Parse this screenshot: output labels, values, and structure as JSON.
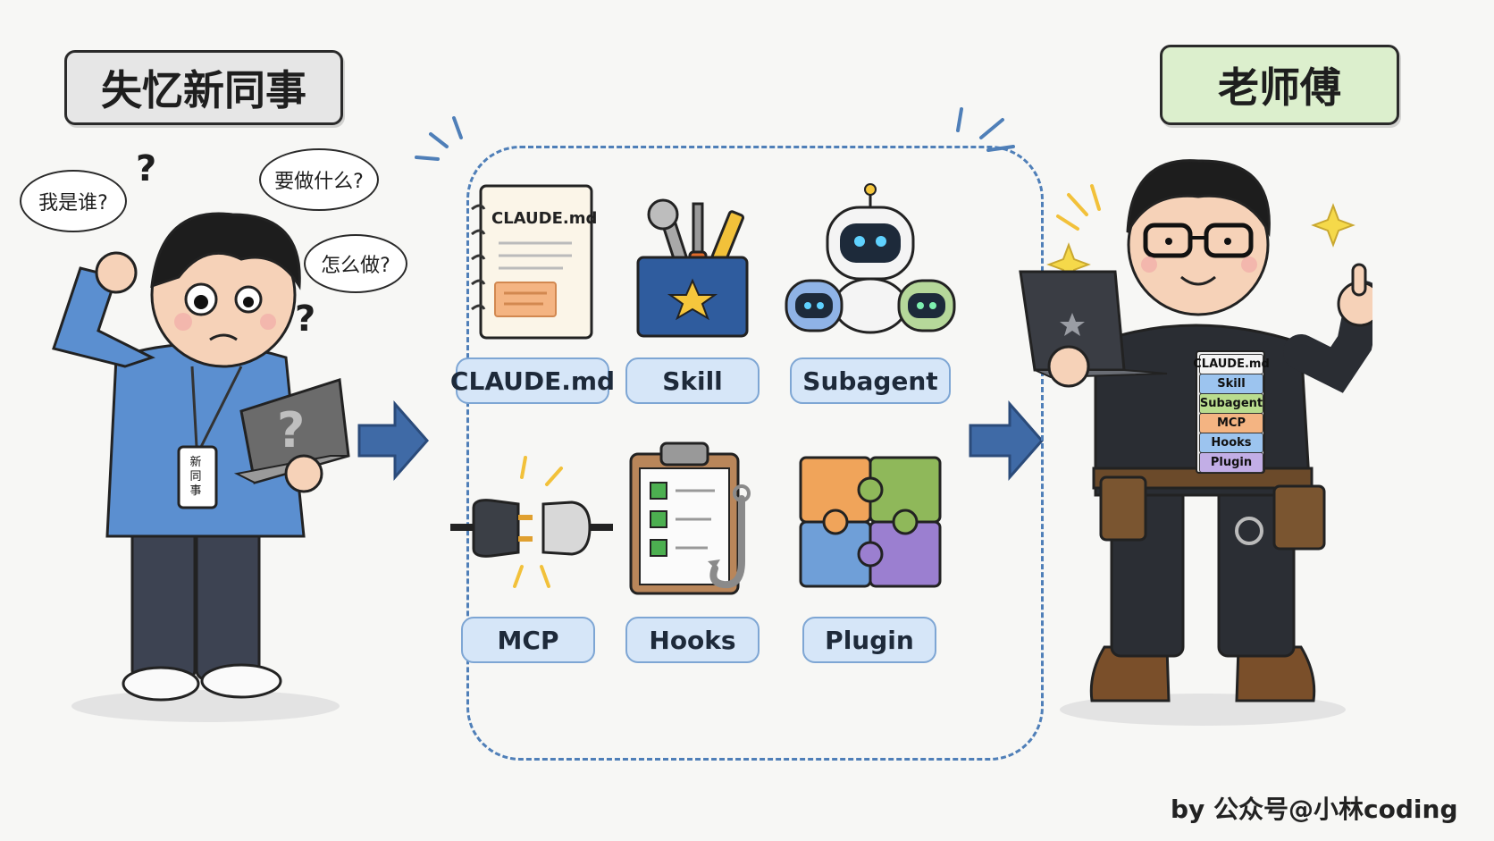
{
  "left_title": "失忆新同事",
  "right_title": "老师傅",
  "bubbles": {
    "who": "我是谁?",
    "what": "要做什么?",
    "how": "怎么做?"
  },
  "qmark": "?",
  "badge_text": "新同事",
  "items": [
    {
      "label": "CLAUDE.md",
      "icon": "notebook-icon",
      "icon_text": "CLAUDE.md"
    },
    {
      "label": "Skill",
      "icon": "toolbox-icon"
    },
    {
      "label": "Subagent",
      "icon": "robots-icon"
    },
    {
      "label": "MCP",
      "icon": "plug-icon"
    },
    {
      "label": "Hooks",
      "icon": "clipboard-hook-icon"
    },
    {
      "label": "Plugin",
      "icon": "puzzle-icon"
    }
  ],
  "stack_badges": [
    "CLAUDE.md",
    "Skill",
    "Subagent",
    "MCP",
    "Hooks",
    "Plugin"
  ],
  "credit": "by 公众号@小林coding",
  "colors": {
    "frame": "#4f7fb8",
    "arrow": "#3f6aa6",
    "label_bg": "#d6e6f8",
    "left_title_bg": "#e6e6e6",
    "right_title_bg": "#dcefcd"
  }
}
